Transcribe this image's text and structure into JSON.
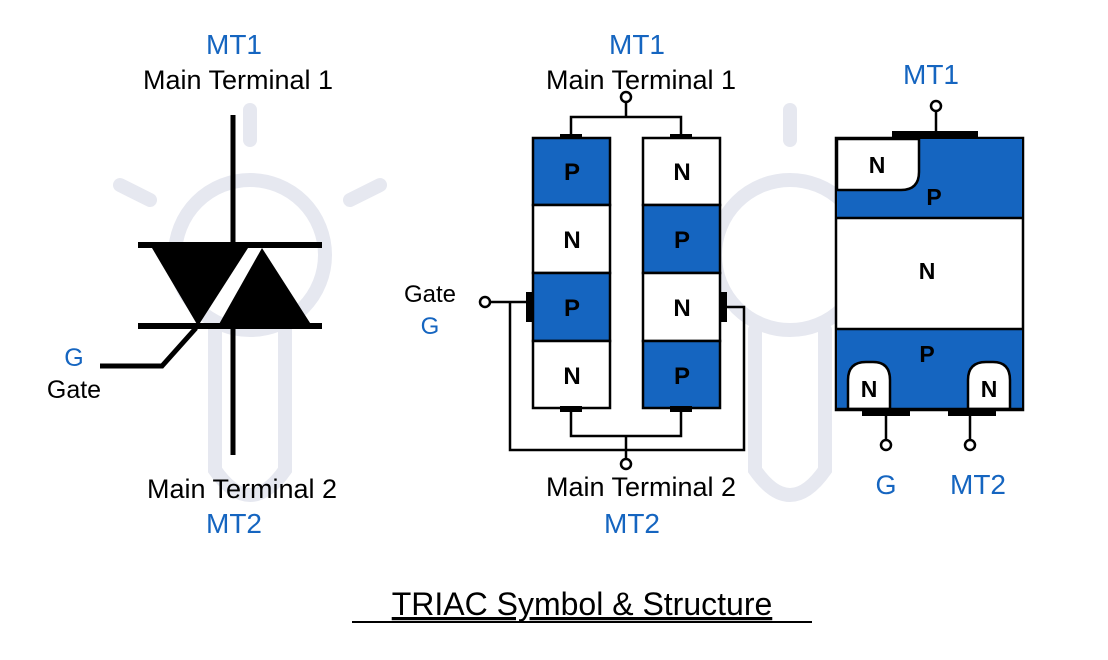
{
  "symbol": {
    "mt1_short": "MT1",
    "mt1_long": "Main Terminal 1",
    "mt2_long": "Main Terminal 2",
    "mt2_short": "MT2",
    "gate_short": "G",
    "gate_long": "Gate"
  },
  "structure": {
    "mt1_short": "MT1",
    "mt1_long": "Main Terminal 1",
    "mt2_long": "Main Terminal 2",
    "mt2_short": "MT2",
    "gate_long": "Gate",
    "gate_short": "G",
    "left_column": [
      "P",
      "N",
      "P",
      "N"
    ],
    "right_column": [
      "N",
      "P",
      "N",
      "P"
    ]
  },
  "physical": {
    "mt1": "MT1",
    "corner_n": "N",
    "top_p": "P",
    "middle_n": "N",
    "bottom_p": "P",
    "bottom_left_n": "N",
    "bottom_right_n": "N",
    "gate": "G",
    "mt2": "MT2"
  },
  "caption": "TRIAC Symbol & Structure",
  "colors": {
    "blue_fill": "#1565c0",
    "label_blue": "#1565c0",
    "watermark": "#e6e8f0"
  }
}
